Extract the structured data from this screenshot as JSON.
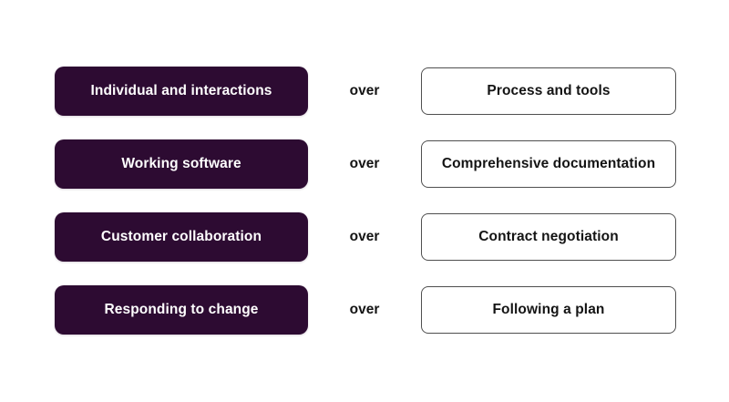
{
  "colors": {
    "background": "#ffffff",
    "box_fill": "#2d0b32",
    "box_text": "#ffffff",
    "outline_border": "#4f4f4f",
    "text_dark": "#141414"
  },
  "rows": [
    {
      "value": "Individual and interactions",
      "connector": "over",
      "alternative": "Process and tools"
    },
    {
      "value": "Working software",
      "connector": "over",
      "alternative": "Comprehensive documentation"
    },
    {
      "value": "Customer collaboration",
      "connector": "over",
      "alternative": "Contract negotiation"
    },
    {
      "value": "Responding to change",
      "connector": "over",
      "alternative": "Following a plan"
    }
  ]
}
